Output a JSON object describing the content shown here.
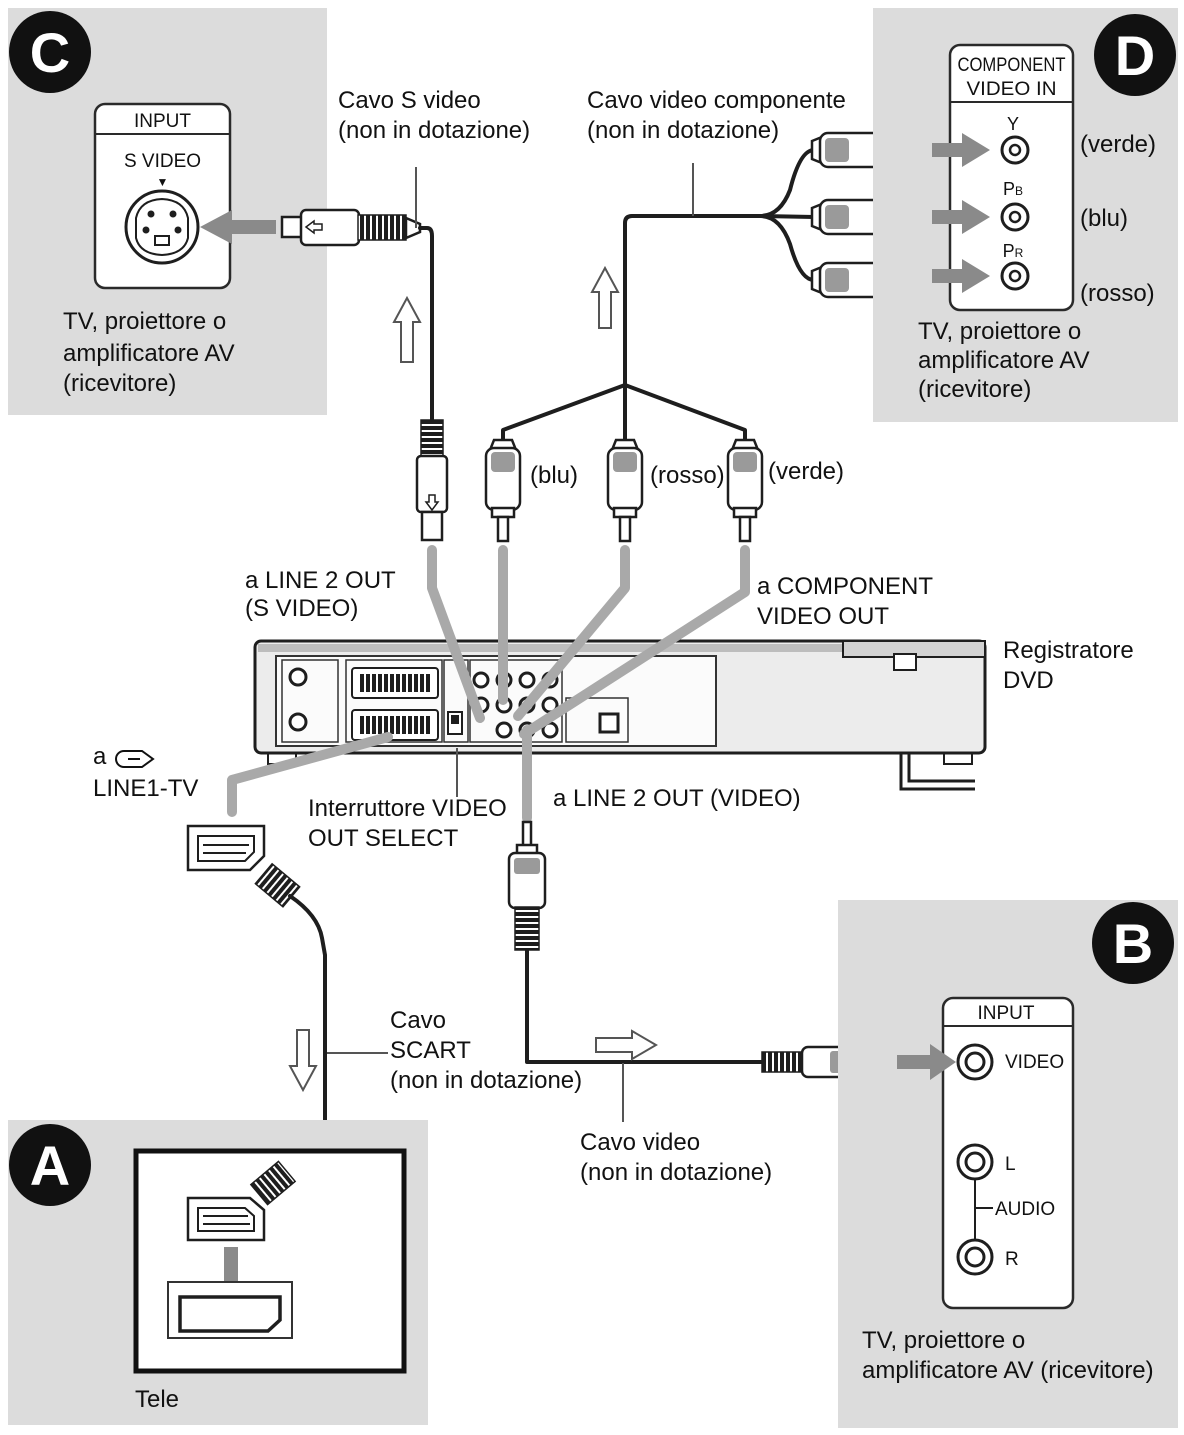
{
  "panel_c": {
    "badge": "C",
    "header": "INPUT",
    "jack_label": "S VIDEO",
    "jack_marker": "▼",
    "device_lines": [
      "TV, proiettore o",
      "amplificatore AV",
      "(ricevitore)"
    ]
  },
  "panel_d": {
    "badge": "D",
    "header_lines": [
      "COMPONENT",
      "VIDEO IN"
    ],
    "jacks": [
      {
        "label": "Y",
        "color_label": "(verde)"
      },
      {
        "label": "P",
        "sub": "B",
        "color_label": "(blu)"
      },
      {
        "label": "P",
        "sub": "R",
        "color_label": "(rosso)"
      }
    ],
    "device_lines": [
      "TV, proiettore o",
      "amplificatore AV",
      "(ricevitore)"
    ]
  },
  "panel_a": {
    "badge": "A",
    "device": "Tele"
  },
  "panel_b": {
    "badge": "B",
    "header": "INPUT",
    "video_jack": "VIDEO",
    "audio_left": "L",
    "audio_group": "AUDIO",
    "audio_right": "R",
    "device_lines": [
      "TV, proiettore o",
      "amplificatore AV (ricevitore)"
    ]
  },
  "cables": {
    "s_video": {
      "name": "Cavo S video",
      "note": "(non in dotazione)"
    },
    "component": {
      "name": "Cavo video componente",
      "note": "(non in dotazione)",
      "plug_labels": [
        "(blu)",
        "(rosso)",
        "(verde)"
      ]
    },
    "scart": {
      "name_lines": [
        "Cavo",
        "SCART"
      ],
      "note": "(non in dotazione)"
    },
    "video": {
      "name": "Cavo video",
      "note": "(non in dotazione)"
    }
  },
  "recorder": {
    "name_lines": [
      "Registratore",
      "DVD"
    ],
    "ports": {
      "line2_s_video": [
        "a LINE 2 OUT",
        "(S VIDEO)"
      ],
      "component_out": [
        "a COMPONENT",
        "VIDEO OUT"
      ],
      "line1_tv": {
        "prefix": "a",
        "label": "LINE1-TV",
        "icon": "line-output-arrow-icon"
      },
      "line2_video": "a LINE 2 OUT (VIDEO)",
      "video_out_select": [
        "Interruttore VIDEO",
        "OUT SELECT"
      ]
    }
  },
  "colors": {
    "panel": "#dcdcdc",
    "badge": "#111111",
    "cable": "#1e1e1e",
    "connection": "#a9a9a9",
    "arrow": "#8a8a8a"
  }
}
